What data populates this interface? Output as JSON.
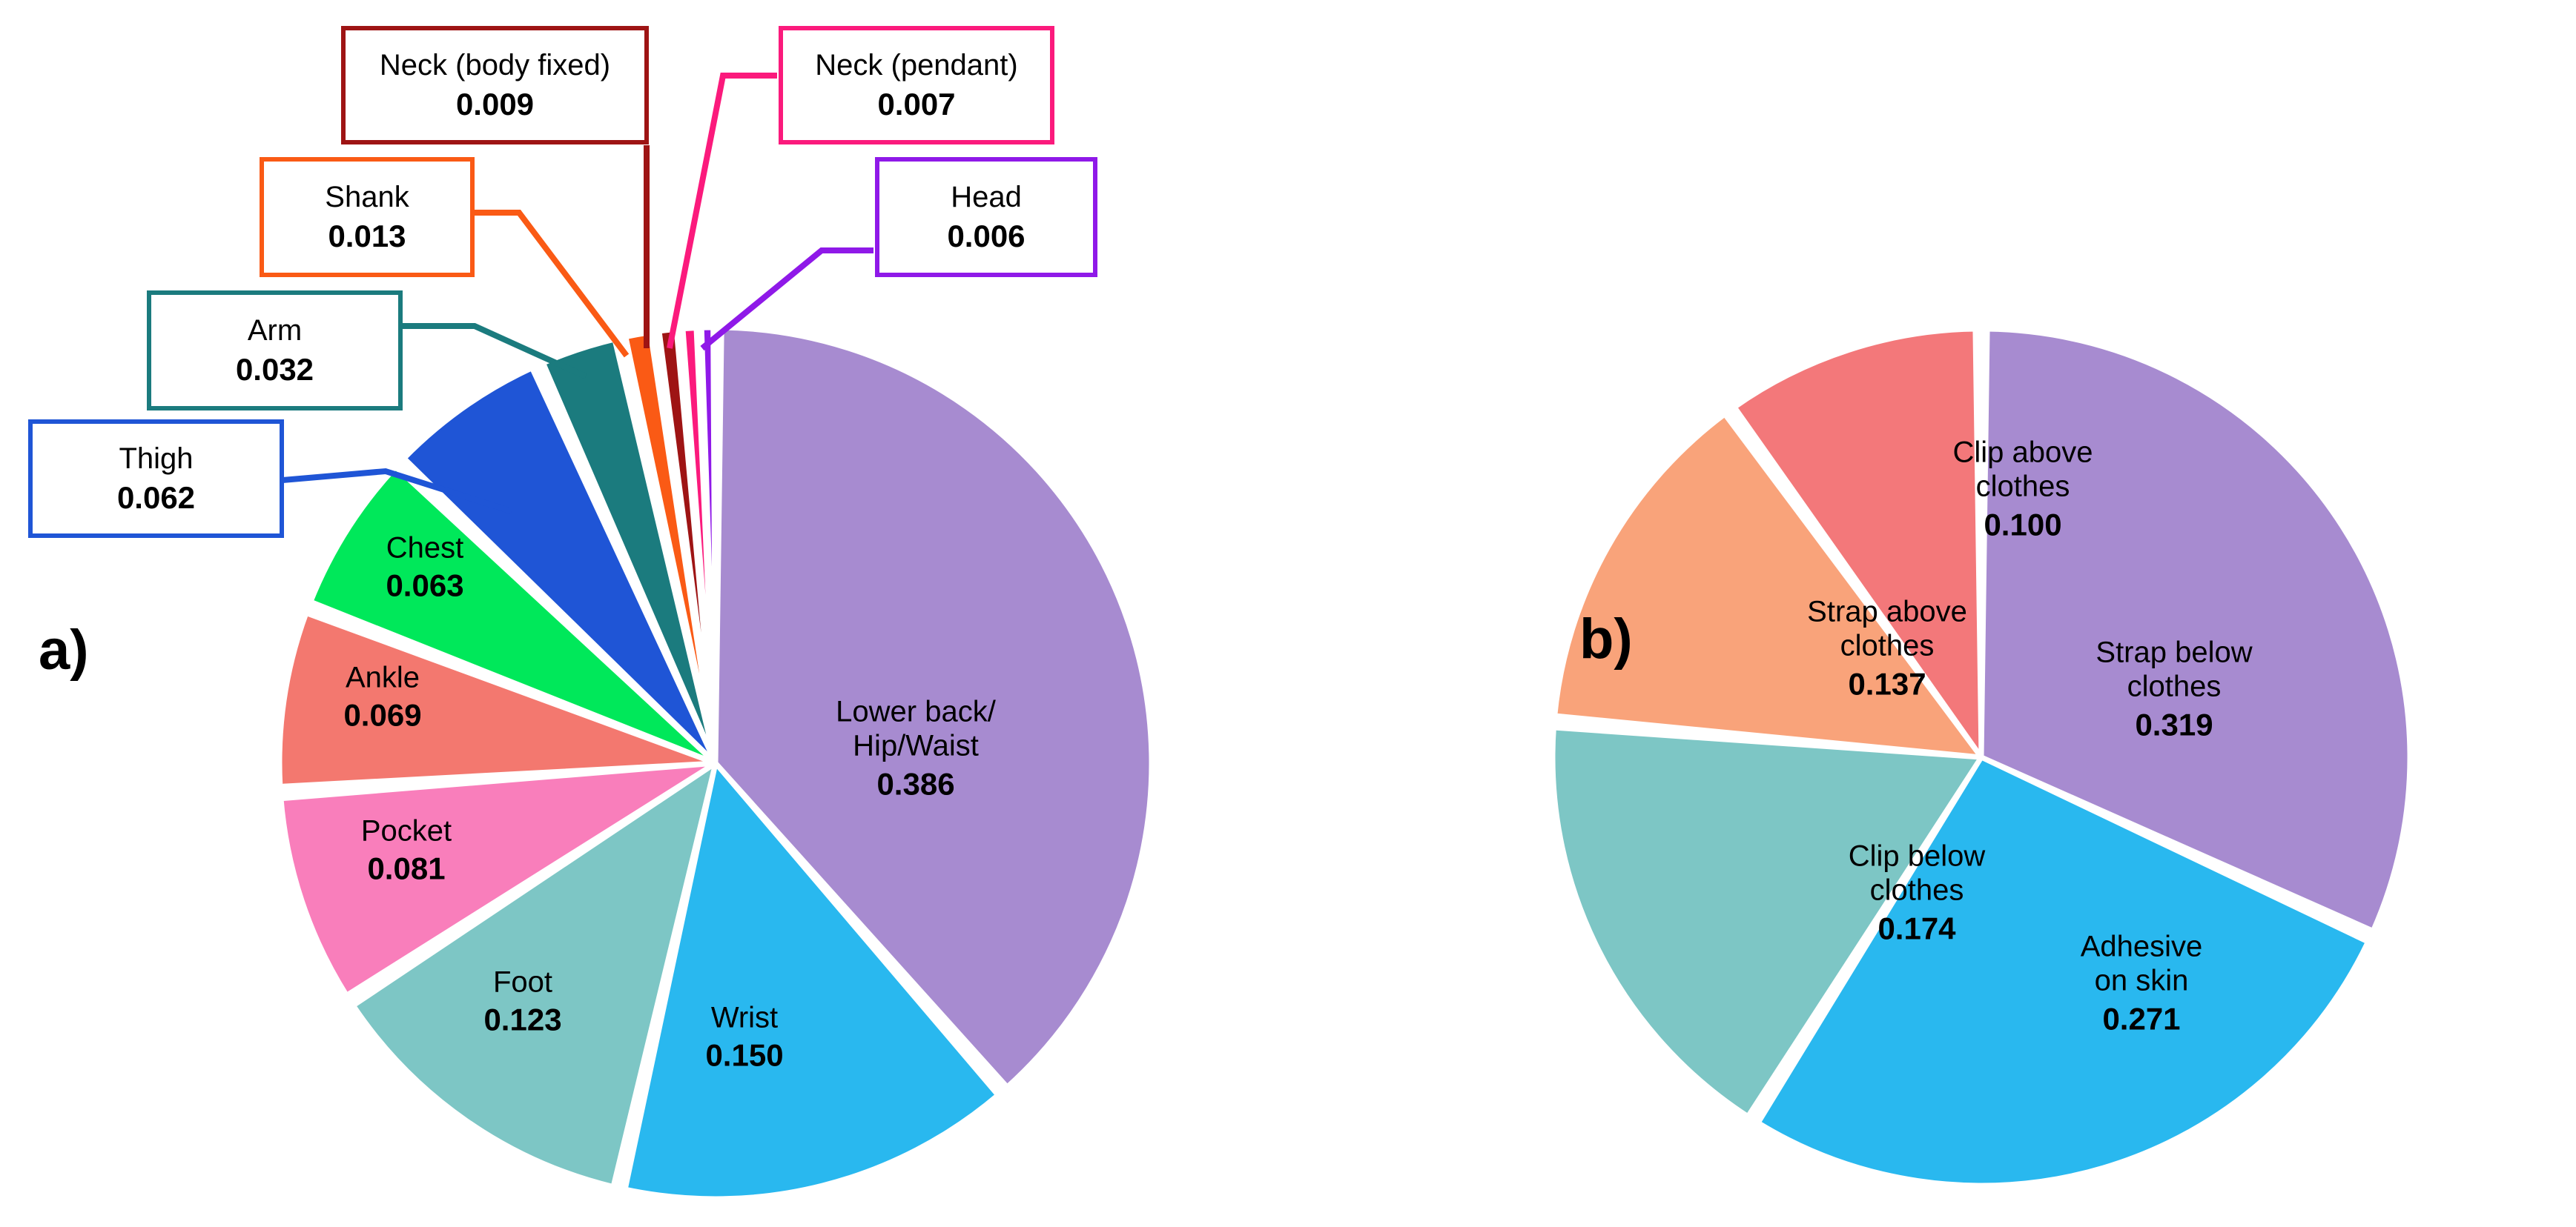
{
  "figure": {
    "panels": [
      {
        "letter": "a)"
      },
      {
        "letter": "b)"
      }
    ]
  },
  "chart_data": [
    {
      "type": "pie",
      "panel": "a)",
      "title": "",
      "legend_position": "none",
      "total": 1.0,
      "labels": [
        "Lower back/Hip/Waist",
        "Wrist",
        "Foot",
        "Pocket",
        "Ankle",
        "Chest",
        "Thigh",
        "Arm",
        "Shank",
        "Neck (body fixed)",
        "Neck (pendant)",
        "Head"
      ],
      "values": [
        0.386,
        0.15,
        0.123,
        0.081,
        0.069,
        0.063,
        0.062,
        0.032,
        0.013,
        0.009,
        0.007,
        0.006
      ],
      "value_texts": [
        "0.386",
        "0.150",
        "0.123",
        "0.081",
        "0.069",
        "0.063",
        "0.062",
        "0.032",
        "0.013",
        "0.009",
        "0.007",
        "0.006"
      ],
      "colors": [
        "#a78bd0",
        "#29b8ef",
        "#7dc6c5",
        "#f97ebb",
        "#f3786f",
        "#00e85a",
        "#1f55d6",
        "#1b7b7e",
        "#fa5a15",
        "#9e1414",
        "#fb1a7c",
        "#8f19e8"
      ],
      "slices": [
        {
          "label": "Lower back/Hip/Waist",
          "label_lines": [
            "Lower back/",
            "Hip/Waist"
          ],
          "value": 0.386,
          "value_text": "0.386",
          "color": "#a78bd0",
          "callout": false
        },
        {
          "label": "Wrist",
          "label_lines": [
            "Wrist"
          ],
          "value": 0.15,
          "value_text": "0.150",
          "color": "#29b8ef",
          "callout": false
        },
        {
          "label": "Foot",
          "label_lines": [
            "Foot"
          ],
          "value": 0.123,
          "value_text": "0.123",
          "color": "#7dc6c5",
          "callout": false
        },
        {
          "label": "Pocket",
          "label_lines": [
            "Pocket"
          ],
          "value": 0.081,
          "value_text": "0.081",
          "color": "#f97ebb",
          "callout": false
        },
        {
          "label": "Ankle",
          "label_lines": [
            "Ankle"
          ],
          "value": 0.069,
          "value_text": "0.069",
          "color": "#f3786f",
          "callout": false
        },
        {
          "label": "Chest",
          "label_lines": [
            "Chest"
          ],
          "value": 0.063,
          "value_text": "0.063",
          "color": "#00e85a",
          "callout": false
        },
        {
          "label": "Thigh",
          "label_lines": [
            "Thigh"
          ],
          "value": 0.062,
          "value_text": "0.062",
          "color": "#1f55d6",
          "callout": true
        },
        {
          "label": "Arm",
          "label_lines": [
            "Arm"
          ],
          "value": 0.032,
          "value_text": "0.032",
          "color": "#1b7b7e",
          "callout": true
        },
        {
          "label": "Shank",
          "label_lines": [
            "Shank"
          ],
          "value": 0.013,
          "value_text": "0.013",
          "color": "#fa5a15",
          "callout": true
        },
        {
          "label": "Neck (body fixed)",
          "label_lines": [
            "Neck (body fixed)"
          ],
          "value": 0.009,
          "value_text": "0.009",
          "color": "#9e1414",
          "callout": true
        },
        {
          "label": "Neck (pendant)",
          "label_lines": [
            "Neck (pendant)"
          ],
          "value": 0.007,
          "value_text": "0.007",
          "color": "#fb1a7c",
          "callout": true
        },
        {
          "label": "Head",
          "label_lines": [
            "Head"
          ],
          "value": 0.006,
          "value_text": "0.006",
          "color": "#8f19e8",
          "callout": true
        }
      ]
    },
    {
      "type": "pie",
      "panel": "b)",
      "title": "",
      "legend_position": "none",
      "total": 1.001,
      "labels": [
        "Strap below clothes",
        "Adhesive on skin",
        "Clip below clothes",
        "Strap above clothes",
        "Clip above clothes"
      ],
      "values": [
        0.319,
        0.271,
        0.174,
        0.137,
        0.1
      ],
      "value_texts": [
        "0.319",
        "0.271",
        "0.174",
        "0.137",
        "0.100"
      ],
      "colors": [
        "#a78bd0",
        "#29b8ef",
        "#7dc6c5",
        "#f9a37a",
        "#f3787a"
      ],
      "slices": [
        {
          "label": "Strap below clothes",
          "label_lines": [
            "Strap below",
            "clothes"
          ],
          "value": 0.319,
          "value_text": "0.319",
          "color": "#a78bd0",
          "callout": false
        },
        {
          "label": "Adhesive on skin",
          "label_lines": [
            "Adhesive",
            "on skin"
          ],
          "value": 0.271,
          "value_text": "0.271",
          "color": "#29b8ef",
          "callout": false
        },
        {
          "label": "Clip below clothes",
          "label_lines": [
            "Clip below",
            "clothes"
          ],
          "value": 0.174,
          "value_text": "0.174",
          "color": "#7dc6c5",
          "callout": false
        },
        {
          "label": "Strap above clothes",
          "label_lines": [
            "Strap above",
            "clothes"
          ],
          "value": 0.137,
          "value_text": "0.137",
          "color": "#f9a37a",
          "callout": false
        },
        {
          "label": "Clip above clothes",
          "label_lines": [
            "Clip above",
            "clothes"
          ],
          "value": 0.1,
          "value_text": "0.100",
          "color": "#f3787a",
          "callout": false
        }
      ]
    }
  ],
  "callouts": [
    {
      "name": "Neck (body fixed)",
      "value": "0.009",
      "color": "#9e1414"
    },
    {
      "name": "Neck (pendant)",
      "value": "0.007",
      "color": "#fb1a7c"
    },
    {
      "name": "Shank",
      "value": "0.013",
      "color": "#fa5a15"
    },
    {
      "name": "Head",
      "value": "0.006",
      "color": "#8f19e8"
    },
    {
      "name": "Arm",
      "value": "0.032",
      "color": "#1b7b7e"
    },
    {
      "name": "Thigh",
      "value": "0.062",
      "color": "#1f55d6"
    }
  ],
  "slice_labels_a": [
    {
      "name": "Lower back/",
      "name2": "Hip/Waist",
      "value": "0.386"
    },
    {
      "name": "Wrist",
      "value": "0.150"
    },
    {
      "name": "Foot",
      "value": "0.123"
    },
    {
      "name": "Pocket",
      "value": "0.081"
    },
    {
      "name": "Ankle",
      "value": "0.069"
    },
    {
      "name": "Chest",
      "value": "0.063"
    }
  ],
  "slice_labels_b": [
    {
      "name": "Strap below",
      "name2": "clothes",
      "value": "0.319"
    },
    {
      "name": "Adhesive",
      "name2": "on skin",
      "value": "0.271"
    },
    {
      "name": "Clip below",
      "name2": "clothes",
      "value": "0.174"
    },
    {
      "name": "Strap above",
      "name2": "clothes",
      "value": "0.137"
    },
    {
      "name": "Clip above",
      "name2": "clothes",
      "value": "0.100"
    }
  ]
}
